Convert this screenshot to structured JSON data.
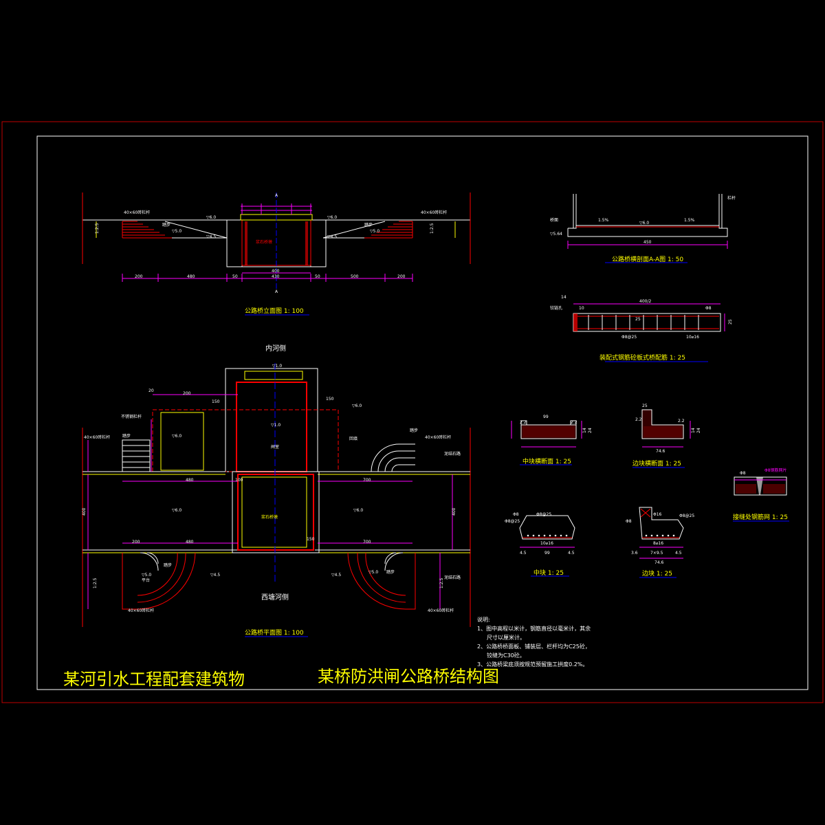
{
  "title_block": {
    "project": "某河引水工程配套建筑物",
    "drawing": "某桥防洪闸公路桥结构图"
  },
  "views": {
    "elevation": {
      "title": "公路桥立面图 1: 100",
      "section_mark": "A",
      "labels": {
        "bricks_left": "40×60砖栏杆",
        "bricks_right": "40×60砖栏杆",
        "steps_left": "踏步",
        "steps_right": "踏步",
        "level_60": "▽6.0",
        "level_50": "▽5.0",
        "level_45": "▽4.5",
        "slope": "1:2.5",
        "pier": "浆石桥墩"
      },
      "dims": [
        "200",
        "480",
        "50",
        "400",
        "430",
        "50",
        "500",
        "200"
      ]
    },
    "cross_section": {
      "title": "公路桥横剖面A-A图 1: 50",
      "labels": {
        "railing": "栏杆",
        "deck": "桥面",
        "level_60": "▽6.0",
        "level_564": "▽5.64",
        "slope_l": "1.5%",
        "slope_r": "1.5%",
        "width": "450"
      }
    },
    "rebar": {
      "title": "装配式钢筋砼板式桥配筋 1: 25",
      "labels": {
        "span": "400/2",
        "bearing": "铰链孔",
        "d1": "14",
        "d2": "10",
        "spacing": "25",
        "bar_a": "Φ8@25",
        "bar_b": "10⌀16",
        "bar_c": "Φ8",
        "height": "25"
      }
    },
    "plan": {
      "title": "公路桥平面图 1: 100",
      "labels": {
        "inner_side": "内河侧",
        "outer_side": "西塘河侧",
        "level_10": "▽1.0",
        "level_60": "▽6.0",
        "level_50": "▽5.0",
        "level_45": "▽4.5",
        "gate": "闸室",
        "pier": "浆石桥墩",
        "railing_tag": "不锈钢栏杆",
        "steps": "踏步",
        "bricks": "40×60砖栏杆",
        "road": "泥结石路",
        "platform": "平台",
        "slope": "1:2.5",
        "fill": "回填",
        "dims": [
          "20",
          "200",
          "150",
          "480",
          "100",
          "700",
          "200",
          "480",
          "150",
          "700",
          "400",
          "150",
          "400"
        ]
      }
    },
    "mid_slab_cross": {
      "title": "中块横断面 1: 25",
      "dims": [
        "99",
        "2.2",
        "2.2",
        "14",
        "24"
      ]
    },
    "edge_slab_cross": {
      "title": "边块横断面 1: 25",
      "dims": [
        "25",
        "74.6",
        "2.2",
        "2.2",
        "14",
        "24"
      ]
    },
    "joint": {
      "title": "接缝处钢筋网 1: 25",
      "labels": {
        "bar": "Φ8",
        "mesh": "Φ8钢筋网片"
      }
    },
    "mid_slab": {
      "title": "中块 1: 25",
      "dims": [
        "4.5",
        "99",
        "4.5"
      ],
      "labels": {
        "a": "Φ8",
        "b": "Φ8@25",
        "c": "Φ8@25",
        "d": "10⌀16"
      }
    },
    "edge_slab": {
      "title": "边块 1: 25",
      "dims": [
        "3.6",
        "7×9.5",
        "4.5",
        "74.6"
      ],
      "labels": {
        "a": "Φ16",
        "b": "Φ8@25",
        "c": "Φ8",
        "d": "8⌀16"
      }
    }
  },
  "notes": {
    "heading": "说明:",
    "lines": [
      "1、图中高程以米计，钢筋直径以毫米计，其余",
      "尺寸以厘米计。",
      "2、公路桥桥面板、铺装层、栏杆均为C25砼，",
      "铰缝为C30砼。",
      "3、公路桥梁底须按规范预留施工拱度0.2%。"
    ]
  },
  "colors": {
    "frame": "#ff0000",
    "white": "#ffffff",
    "yellow": "#ffff00",
    "magenta": "#ff00ff",
    "blue": "#0000ff",
    "red": "#ff0000"
  }
}
